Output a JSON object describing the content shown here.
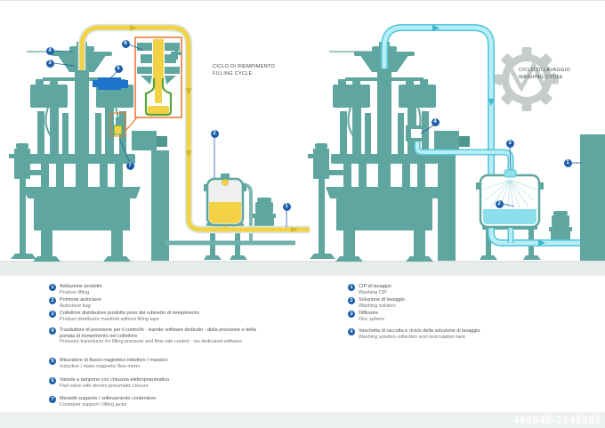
{
  "titles": {
    "left": {
      "line1": "CICLO DI RIEMPIMENTO",
      "line2": "FILLING CYCLE"
    },
    "right": {
      "line1": "CICLO DI LAVAGGIO",
      "line2": "WASHING CYCLE"
    }
  },
  "watermark": {
    "listing_id": "486545-2145295"
  },
  "diagrams": {
    "left": {
      "label": "filling-cycle-diagram",
      "callouts": [
        "1",
        "2",
        "3",
        "4",
        "5",
        "6",
        "7"
      ]
    },
    "right": {
      "label": "washing-cycle-diagram",
      "callouts": [
        "1",
        "2",
        "3",
        "4"
      ]
    }
  },
  "legend_left": {
    "items": [
      {
        "n": "1",
        "it": "Adduzione prodotto",
        "en": "Product lifting"
      },
      {
        "n": "2",
        "it": "Polmone autoclave",
        "en": "Autoclave bag"
      },
      {
        "n": "3",
        "it": "Collettore distributore prodotto privo del rubinetto di riempimento",
        "en": "Product distributor manifold without filling taps"
      },
      {
        "n": "4",
        "it": "Trasduttore di pressione per il controllo - tramite software dedicato - della pressione e della portata di riempimento nel collettore",
        "en": "Pressure transducer for filling pressure and flow rate control - via dedicated software"
      },
      {
        "n": "5",
        "it": "Misuratore di flusso magnetico induttivo / massico",
        "en": "Inductive / mass magnetic flow meter"
      },
      {
        "n": "6",
        "it": "Valvole a tampone con chiusura elettropneumatica",
        "en": "Pad valve with electro pneumatic closure"
      },
      {
        "n": "7",
        "it": "Morsetti supporto / sollevamento contenitore",
        "en": "Container support / lifting jacks"
      }
    ]
  },
  "legend_right": {
    "items": [
      {
        "n": "1",
        "it": "CIP di lavaggio",
        "en": "Washing CIP"
      },
      {
        "n": "2",
        "it": "Soluzione di lavaggio",
        "en": "Washing solution"
      },
      {
        "n": "3",
        "it": "Diffusore",
        "en": "Disc sphere"
      },
      {
        "n": "4",
        "it": "Vaschetta di raccolta e riciclo della soluzione di lavaggio",
        "en": "Washing solution collection and recirculation tank"
      }
    ]
  },
  "colors": {
    "machine_teal": "#5FA6A0",
    "pipe_yellow": "#F3D345",
    "pipe_cyan": "#B7EEF5",
    "pipe_cyan_edge": "#58C7DB",
    "flow_meter_blue": "#1E74CC",
    "callout_blue": "#1D5FA8",
    "inset_orange": "#E8742C",
    "bottle_green": "#57A437",
    "floor_gray": "#E8EDEC",
    "gear_gray": "#8F9898"
  }
}
